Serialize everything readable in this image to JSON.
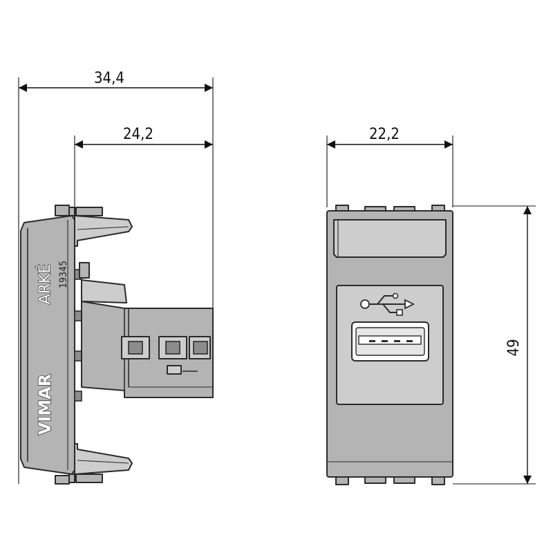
{
  "drawing": {
    "dimensions": {
      "side_overall_width": "34,4",
      "side_body_width": "24,2",
      "front_width": "22,2",
      "front_height": "49"
    },
    "side_view": {
      "brand_label": "VIMAR",
      "series_label": "ARKÉ",
      "code_label": "19345"
    },
    "front_view": {
      "socket_type": "USB-A",
      "symbol": "usb-icon"
    },
    "colors": {
      "body": "#b4b4b4",
      "outline": "#2a2a2a"
    }
  }
}
